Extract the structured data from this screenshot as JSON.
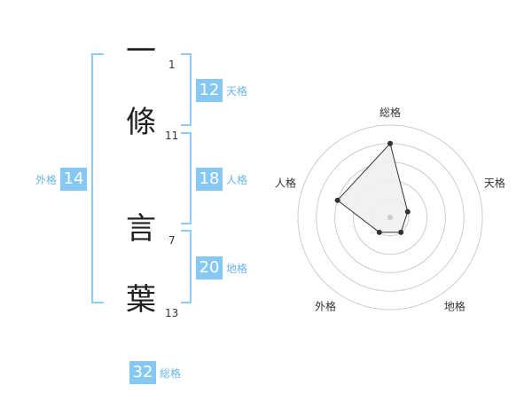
{
  "name": {
    "chars": [
      {
        "kanji": "一",
        "strokes": "1"
      },
      {
        "kanji": "條",
        "strokes": "11"
      },
      {
        "kanji": "言",
        "strokes": "7"
      },
      {
        "kanji": "葉",
        "strokes": "13"
      }
    ]
  },
  "fortune": {
    "tenkaku": {
      "value": "12",
      "label": "天格"
    },
    "jinkaku": {
      "value": "18",
      "label": "人格"
    },
    "chikaku": {
      "value": "20",
      "label": "地格"
    },
    "gaikaku": {
      "value": "14",
      "label": "外格"
    },
    "soukaku": {
      "value": "32",
      "label": "総格"
    }
  },
  "radar": {
    "axes": [
      "総格",
      "天格",
      "地格",
      "外格",
      "人格"
    ],
    "values": [
      4,
      1,
      1,
      1,
      3
    ],
    "max": 5,
    "colors": {
      "fill": "#efefef",
      "stroke": "#333333",
      "grid": "#cccccc",
      "center": "#cccccc"
    }
  },
  "colors": {
    "accent": "#86c8f4",
    "accent_text": "#6bb6ea"
  }
}
